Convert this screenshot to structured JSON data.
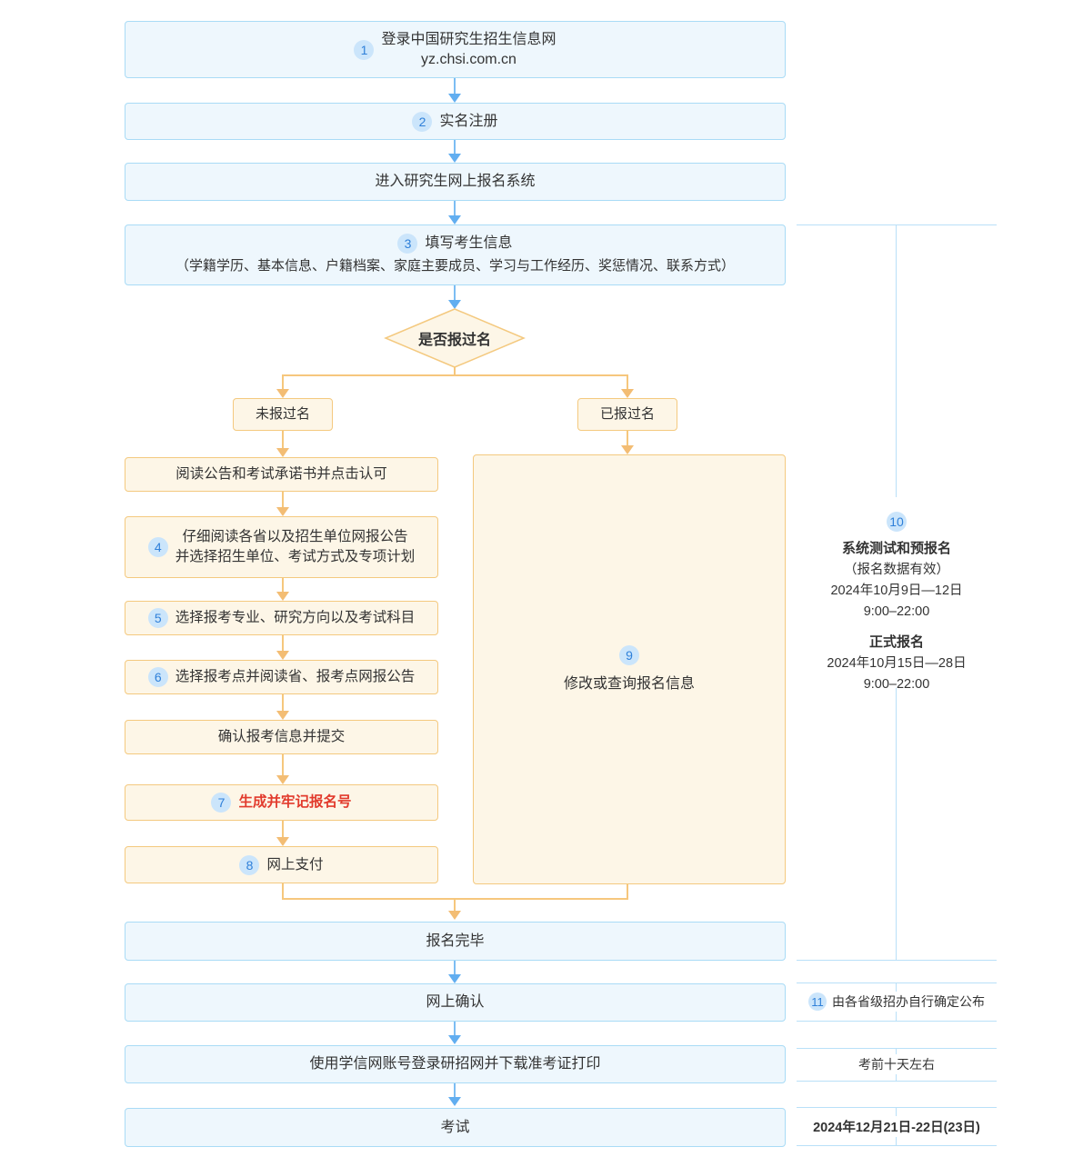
{
  "colors": {
    "blue_box_fill": "#eef7fd",
    "blue_box_border": "#a9dbf6",
    "orange_box_fill": "#fdf6e7",
    "orange_box_border": "#f4c97f",
    "blue_arrow": "#62aef0",
    "orange_arrow": "#f3bd74",
    "badge_bg": "#cbe5fb",
    "badge_text": "#2f80d9",
    "highlight_red": "#e23a2c"
  },
  "flow": {
    "login": {
      "badge": "1",
      "title": "登录中国研究生招生信息网",
      "url": "yz.chsi.com.cn"
    },
    "register": {
      "badge": "2",
      "label": "实名注册"
    },
    "enter": {
      "label": "进入研究生网上报名系统"
    },
    "fill": {
      "badge": "3",
      "title": "填写考生信息",
      "detail": "（学籍学历、基本信息、户籍档案、家庭主要成员、学习与工作经历、奖惩情况、联系方式）"
    },
    "decision": {
      "label": "是否报过名"
    },
    "branch_no": {
      "label": "未报过名"
    },
    "branch_yes": {
      "label": "已报过名"
    },
    "steps": [
      {
        "label": "阅读公告和考试承诺书并点击认可"
      },
      {
        "badge": "4",
        "line1": "仔细阅读各省以及招生单位网报公告",
        "line2": "并选择招生单位、考试方式及专项计划"
      },
      {
        "badge": "5",
        "label": "选择报考专业、研究方向以及考试科目"
      },
      {
        "badge": "6",
        "label": "选择报考点并阅读省、报考点网报公告"
      },
      {
        "label": "确认报考信息并提交"
      },
      {
        "badge": "7",
        "label": "生成并牢记报名号"
      },
      {
        "badge": "8",
        "label": "网上支付"
      }
    ],
    "modify": {
      "badge": "9",
      "label": "修改或查询报名信息"
    },
    "done": {
      "label": "报名完毕"
    },
    "confirm": {
      "label": "网上确认"
    },
    "download": {
      "label": "使用学信网账号登录研招网并下载准考证打印"
    },
    "exam": {
      "label": "考试"
    }
  },
  "side": {
    "registration": {
      "badge": "10",
      "title1": "系统测试和预报名",
      "note": "（报名数据有效）",
      "date1": "2024年10月9日—12日",
      "time1": "9:00–22:00",
      "title2": "正式报名",
      "date2": "2024年10月15日—28日",
      "time2": "9:00–22:00"
    },
    "confirm_note": {
      "badge": "11",
      "label": "由各省级招办自行确定公布"
    },
    "download_note": {
      "label": "考前十天左右"
    },
    "exam_note": {
      "label": "2024年12月21日-22日(23日)"
    }
  }
}
